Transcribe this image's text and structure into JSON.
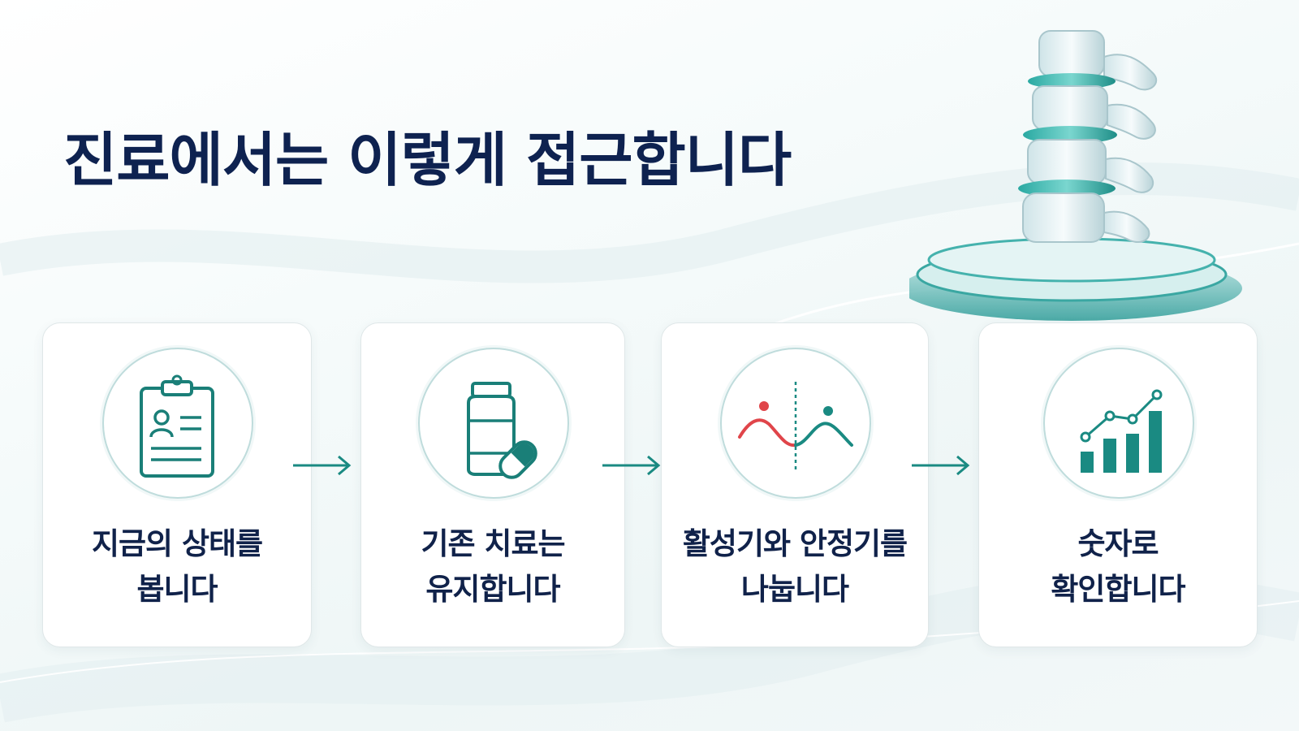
{
  "title": "진료에서는 이렇게 접근합니다",
  "steps": [
    {
      "line1": "지금의 상태를",
      "line2": "봅니다",
      "icon": "clipboard-patient-icon"
    },
    {
      "line1": "기존 치료는",
      "line2": "유지합니다",
      "icon": "medicine-bottle-pill-icon"
    },
    {
      "line1": "활성기와 안정기를",
      "line2": "나눕니다",
      "icon": "phase-wave-icon"
    },
    {
      "line1": "숫자로",
      "line2": "확인합니다",
      "icon": "bar-chart-trend-icon"
    }
  ],
  "colors": {
    "title": "#0e2250",
    "accent": "#1a8a82",
    "text": "#10224a",
    "red": "#e0454a"
  }
}
